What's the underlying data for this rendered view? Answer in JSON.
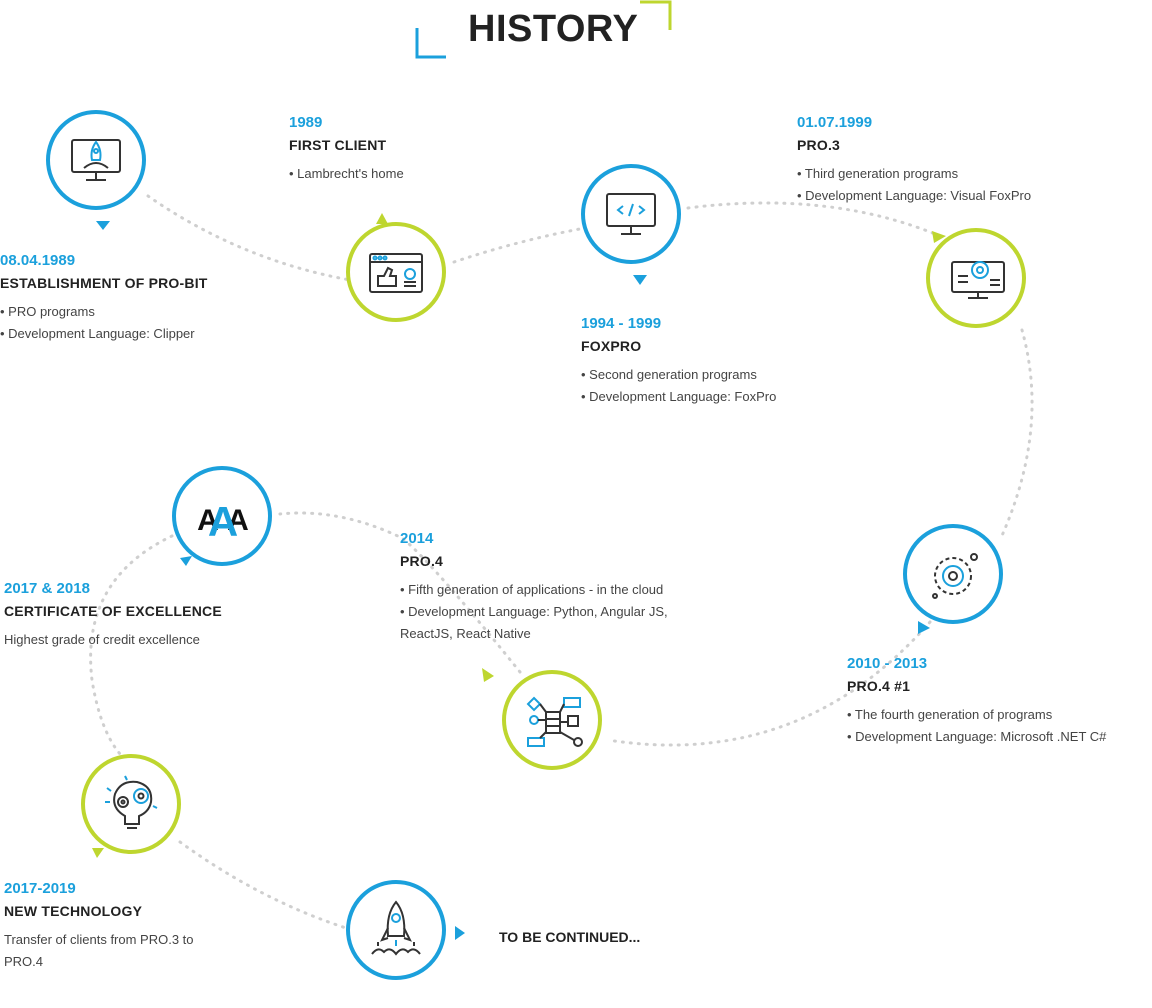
{
  "title": "HISTORY",
  "colors": {
    "blue": "#1ba0dc",
    "green": "#bed62f",
    "text": "#222222",
    "dots": "#cccccc"
  },
  "milestones": [
    {
      "date": "08.04.1989",
      "heading": "ESTABLISHMENT OF PRO-BIT",
      "lines": [
        "• PRO programs",
        "• Development Language: Clipper"
      ],
      "icon": "monitor-rocket-icon"
    },
    {
      "date": "1989",
      "heading": "FIRST CLIENT",
      "lines": [
        "• Lambrecht's home"
      ],
      "icon": "browser-thumbs-up-icon"
    },
    {
      "date": "1994 - 1999",
      "heading": "FOXPRO",
      "lines": [
        "• Second generation programs",
        "• Development Language: FoxPro"
      ],
      "icon": "monitor-code-icon"
    },
    {
      "date": "01.07.1999",
      "heading": "PRO.3",
      "lines": [
        "• Third generation programs",
        "• Development Language: Visual FoxPro"
      ],
      "icon": "monitor-gear-icon"
    },
    {
      "date": "2010 - 2013",
      "heading": "PRO.4 #1",
      "lines": [
        "• The fourth generation of programs",
        "• Development Language: Microsoft .NET C#"
      ],
      "icon": "gear-orbit-icon"
    },
    {
      "date": "2014",
      "heading": "PRO.4",
      "lines": [
        "• Fifth generation of applications - in the cloud",
        "• Development Language: Python, Angular JS,",
        "ReactJS, React Native"
      ],
      "icon": "database-flow-icon"
    },
    {
      "date": "2017 & 2018",
      "heading": "CERTIFICATE OF EXCELLENCE",
      "lines": [
        "Highest grade of credit excellence"
      ],
      "icon": "aaa-rating-icon",
      "icon_text": "AAA"
    },
    {
      "date": "2017-2019",
      "heading": "NEW TECHNOLOGY",
      "lines": [
        "Transfer of clients from PRO.3 to",
        "PRO.4"
      ],
      "icon": "brain-gears-icon"
    },
    {
      "icon": "rocket-launch-icon"
    }
  ],
  "continued": "TO BE CONTINUED..."
}
